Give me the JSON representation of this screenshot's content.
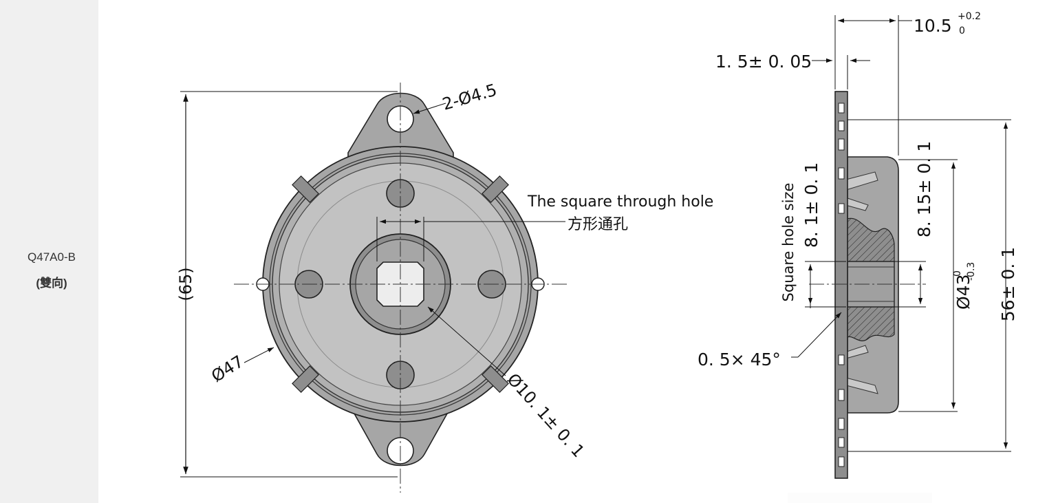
{
  "sidebar": {
    "model_code": "Q47A0-B",
    "direction_label": "(雙向)"
  },
  "front_view": {
    "mounting_holes": "2-Ø4.5",
    "overall_height": "(65)",
    "outer_diameter": "Ø47",
    "hub_diameter": "Ø10. 1± 0. 1",
    "square_hole_note_en": "The square through hole",
    "square_hole_note_cn": "方形通孔"
  },
  "side_view": {
    "total_thickness_value": "10.5",
    "total_thickness_upper_tol": "+0.2",
    "total_thickness_lower_tol": "0",
    "flange_thickness": "1. 5± 0. 05",
    "square_hole_size_label": "Square hole size",
    "square_hole_size_value": "8. 1± 0. 1",
    "inner_dimension": "8. 15± 0. 1",
    "body_diameter_value": "Ø43",
    "body_diameter_upper_tol": "0",
    "body_diameter_lower_tol": "-0.3",
    "overall_dimension": "56± 0. 1",
    "chamfer": "0. 5× 45°"
  },
  "colors": {
    "sidebar_bg": "#f0f0f0",
    "body_gray": "#a6a6a6",
    "inner_gray": "#bdbdbd",
    "dark_gray": "#8e8e8e",
    "line": "#111111"
  }
}
